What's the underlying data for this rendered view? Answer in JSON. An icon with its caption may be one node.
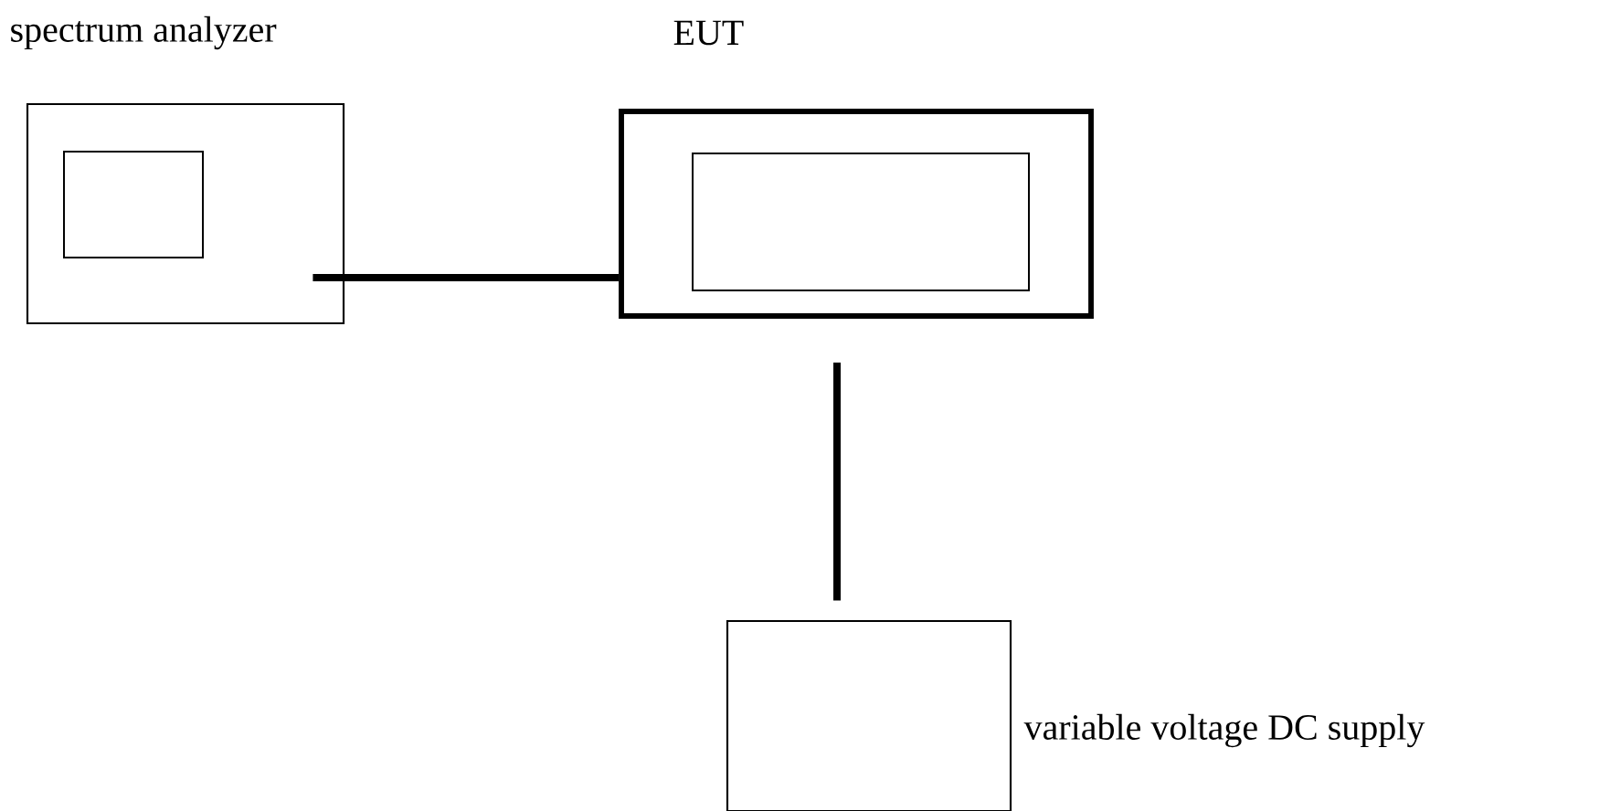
{
  "diagram": {
    "nodes": [
      {
        "text": [
          "spectrum analyzer"
        ]
      },
      {
        "text": [
          "EUT"
        ]
      },
      {
        "text": [
          "variable voltage DC supply"
        ]
      }
    ],
    "edges": [
      {
        "from": 0,
        "to": 1,
        "arrow": "none"
      },
      {
        "from": 1,
        "to": 2,
        "arrow": "none"
      }
    ]
  }
}
